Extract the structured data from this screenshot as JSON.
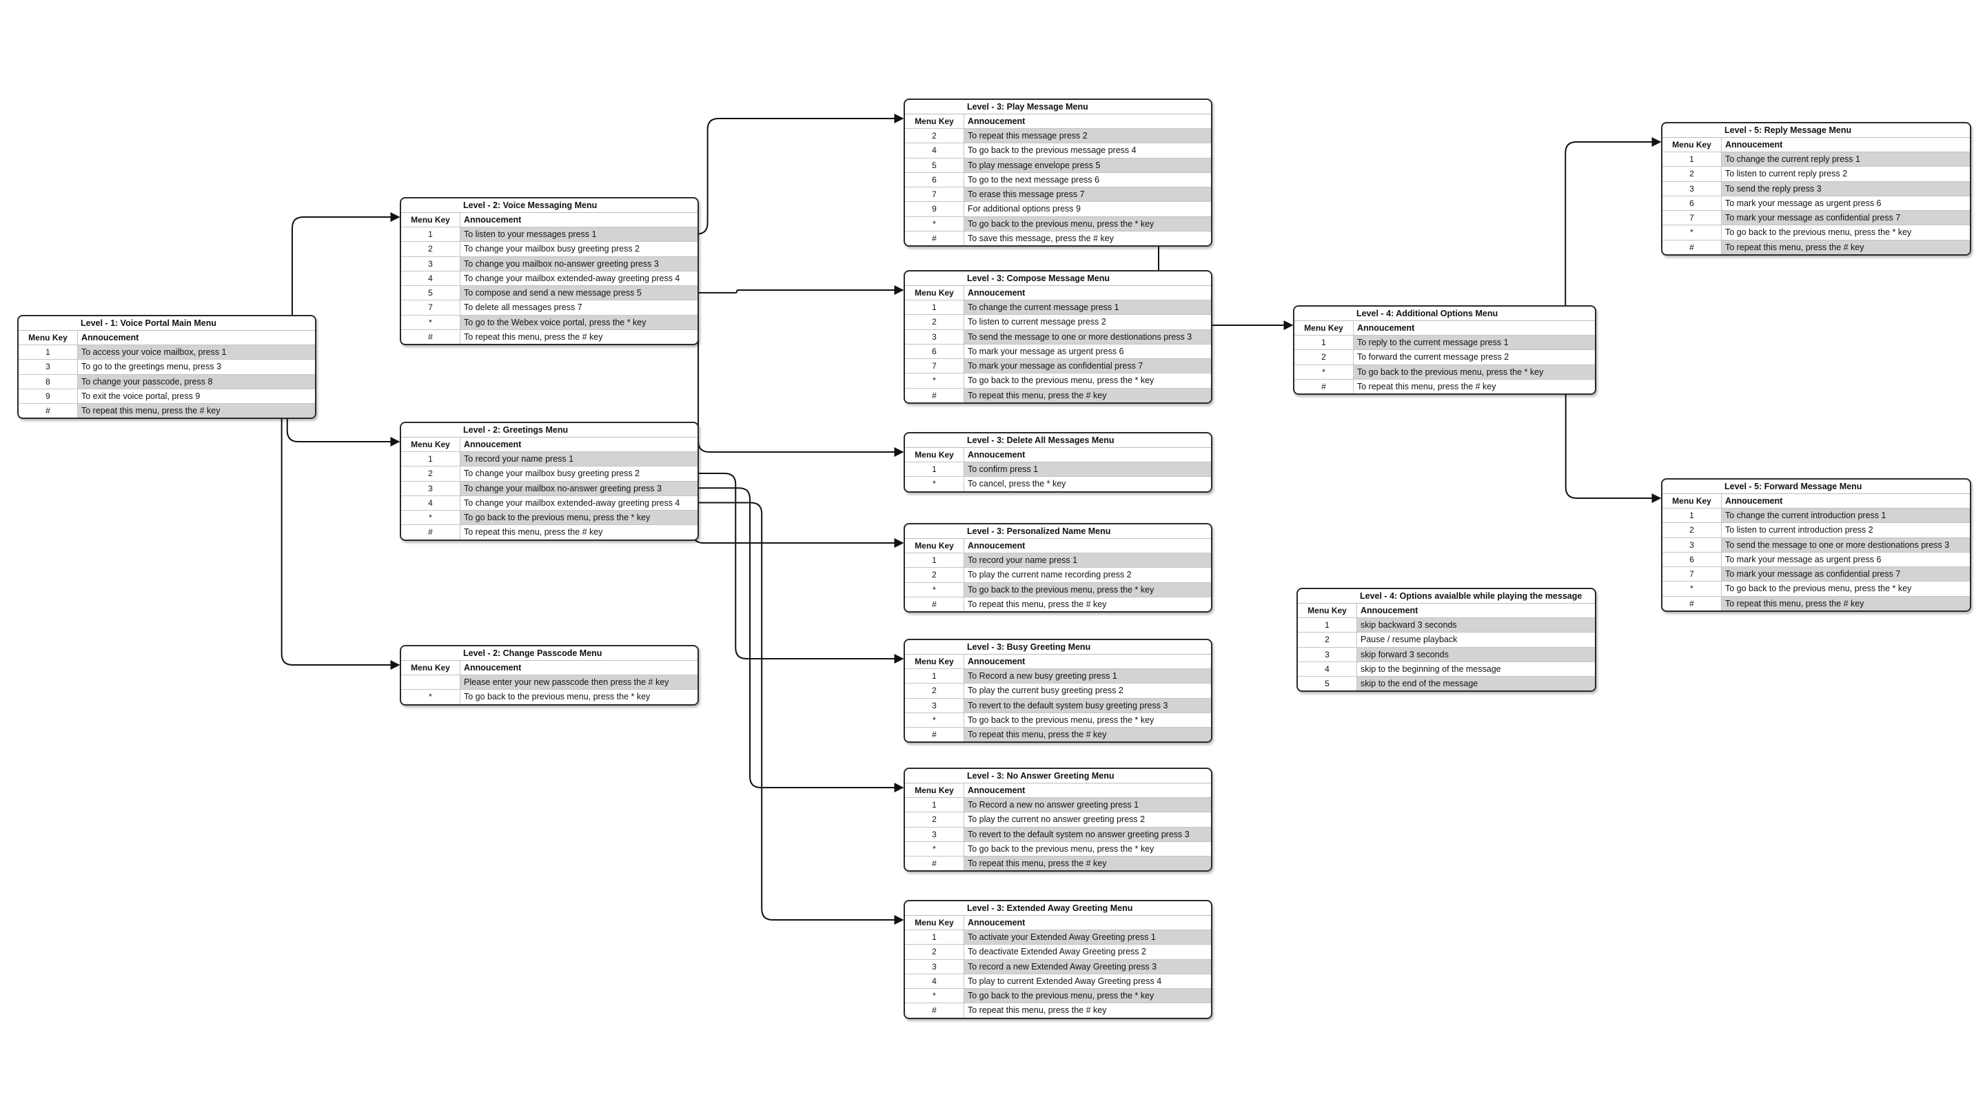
{
  "labels": {
    "key_header": "Menu Key",
    "announcement_header": "Annoucement"
  },
  "menus": [
    {
      "id": "m1",
      "title": "Level - 1: Voice Portal Main Menu",
      "rows": [
        {
          "key": "1",
          "text": "To access your voice mailbox,  press 1",
          "shade": true
        },
        {
          "key": "3",
          "text": "To go to the greetings menu, press 3",
          "shade": false
        },
        {
          "key": "8",
          "text": "To change your passcode, press 8",
          "shade": true
        },
        {
          "key": "9",
          "text": "To exit the voice portal, press 9",
          "shade": false
        },
        {
          "key": "#",
          "text": "To repeat this menu, press the # key",
          "shade": true
        }
      ]
    },
    {
      "id": "m2",
      "title": "Level - 2: Voice Messaging Menu",
      "rows": [
        {
          "key": "1",
          "text": "To listen to your messages press 1",
          "shade": true
        },
        {
          "key": "2",
          "text": "To change your mailbox busy greeting press 2",
          "shade": false
        },
        {
          "key": "3",
          "text": "To change you mailbox no-answer greeting press 3",
          "shade": true
        },
        {
          "key": "4",
          "text": "To change your mailbox extended-away greeting press 4",
          "shade": false
        },
        {
          "key": "5",
          "text": "To compose and send a new message press 5",
          "shade": true
        },
        {
          "key": "7",
          "text": "To delete all messages press 7",
          "shade": false
        },
        {
          "key": "*",
          "text": "To go to the Webex voice portal, press the * key",
          "shade": true
        },
        {
          "key": "#",
          "text": "To repeat this menu, press the # key",
          "shade": false
        }
      ]
    },
    {
      "id": "m3",
      "title": "Level - 2: Greetings Menu",
      "rows": [
        {
          "key": "1",
          "text": "To record your name press 1",
          "shade": true
        },
        {
          "key": "2",
          "text": "To change your mailbox busy greeting press 2",
          "shade": false
        },
        {
          "key": "3",
          "text": "To change your mailbox no-answer greeting press 3",
          "shade": true
        },
        {
          "key": "4",
          "text": "To change your mailbox extended-away greeting press 4",
          "shade": false
        },
        {
          "key": "*",
          "text": "To go back to the previous menu, press the * key",
          "shade": true
        },
        {
          "key": "#",
          "text": "To repeat this menu, press the # key",
          "shade": false
        }
      ]
    },
    {
      "id": "m4",
      "title": "Level - 2: Change Passcode Menu",
      "rows": [
        {
          "key": "",
          "text": "Please enter your new passcode then press the # key",
          "shade": true
        },
        {
          "key": "*",
          "text": "To go back to the previous menu, press the * key",
          "shade": false
        }
      ]
    },
    {
      "id": "m5",
      "title": "Level - 3: Play Message Menu",
      "rows": [
        {
          "key": "2",
          "text": "To repeat this message press 2",
          "shade": true
        },
        {
          "key": "4",
          "text": "To go back to the previous message press 4",
          "shade": false
        },
        {
          "key": "5",
          "text": "To play message envelope press 5",
          "shade": true
        },
        {
          "key": "6",
          "text": "To go to the next message press 6",
          "shade": false
        },
        {
          "key": "7",
          "text": "To erase this message press 7",
          "shade": true
        },
        {
          "key": "9",
          "text": "For additional options press 9",
          "shade": false
        },
        {
          "key": "*",
          "text": "To go back to the previous menu, press the * key",
          "shade": true
        },
        {
          "key": "#",
          "text": "To save this message, press the # key",
          "shade": false
        }
      ]
    },
    {
      "id": "m6",
      "title": "Level - 3: Compose Message Menu",
      "rows": [
        {
          "key": "1",
          "text": "To change the current message press 1",
          "shade": true
        },
        {
          "key": "2",
          "text": "To listen to current message press 2",
          "shade": false
        },
        {
          "key": "3",
          "text": "To send the message to one or more destionations press 3",
          "shade": true
        },
        {
          "key": "6",
          "text": "To mark your message as urgent press 6",
          "shade": false
        },
        {
          "key": "7",
          "text": "To mark your message as confidential press 7",
          "shade": true
        },
        {
          "key": "*",
          "text": "To go back to the previous menu, press the * key",
          "shade": false
        },
        {
          "key": "#",
          "text": "To repeat this menu, press the # key",
          "shade": true
        }
      ]
    },
    {
      "id": "m7",
      "title": "Level - 3: Delete All Messages Menu",
      "rows": [
        {
          "key": "1",
          "text": "To confirm press 1",
          "shade": true
        },
        {
          "key": "*",
          "text": "To cancel, press the * key",
          "shade": false
        }
      ]
    },
    {
      "id": "m8",
      "title": "Level - 3: Personalized Name Menu",
      "rows": [
        {
          "key": "1",
          "text": "To record your name press 1",
          "shade": true
        },
        {
          "key": "2",
          "text": "To play the current name recording press 2",
          "shade": false
        },
        {
          "key": "*",
          "text": "To go back to the previous menu, press the * key",
          "shade": true
        },
        {
          "key": "#",
          "text": "To repeat this menu, press the # key",
          "shade": false
        }
      ]
    },
    {
      "id": "m9",
      "title": "Level - 3: Busy Greeting Menu",
      "rows": [
        {
          "key": "1",
          "text": "To Record a new busy greeting press 1",
          "shade": true
        },
        {
          "key": "2",
          "text": "To play the current busy greeting press 2",
          "shade": false
        },
        {
          "key": "3",
          "text": "To revert to the default system busy greeting press 3",
          "shade": true
        },
        {
          "key": "*",
          "text": "To go back to the previous menu, press the * key",
          "shade": false
        },
        {
          "key": "#",
          "text": "To repeat this menu, press the # key",
          "shade": true
        }
      ]
    },
    {
      "id": "m10",
      "title": "Level - 3: No Answer Greeting Menu",
      "rows": [
        {
          "key": "1",
          "text": "To Record a new no answer greeting press 1",
          "shade": true
        },
        {
          "key": "2",
          "text": "To play the current no answer greeting press 2",
          "shade": false
        },
        {
          "key": "3",
          "text": "To revert to the default system no answer greeting press 3",
          "shade": true
        },
        {
          "key": "*",
          "text": "To go back to the previous menu, press the * key",
          "shade": false
        },
        {
          "key": "#",
          "text": "To repeat this menu, press the # key",
          "shade": true
        }
      ]
    },
    {
      "id": "m11",
      "title": "Level - 3: Extended Away Greeting Menu",
      "rows": [
        {
          "key": "1",
          "text": "To activate your Extended Away Greeting press 1",
          "shade": true
        },
        {
          "key": "2",
          "text": "To deactivate Extended Away Greeting press 2",
          "shade": false
        },
        {
          "key": "3",
          "text": "To record a new Extended Away Greeting press 3",
          "shade": true
        },
        {
          "key": "4",
          "text": "To play to current Extended Away Greeting press 4",
          "shade": false
        },
        {
          "key": "*",
          "text": "To go back to the previous menu, press the * key",
          "shade": true
        },
        {
          "key": "#",
          "text": "To repeat this menu, press the # key",
          "shade": false
        }
      ]
    },
    {
      "id": "m12",
      "title": "Level - 4: Additional Options Menu",
      "rows": [
        {
          "key": "1",
          "text": "To reply to the current message press 1",
          "shade": true
        },
        {
          "key": "2",
          "text": "To forward the current message press 2",
          "shade": false
        },
        {
          "key": "*",
          "text": "To go back to the previous menu, press the * key",
          "shade": true
        },
        {
          "key": "#",
          "text": "To repeat this menu, press the # key",
          "shade": false
        }
      ]
    },
    {
      "id": "m13",
      "title": "Level - 4: Options avaialble while playing the message",
      "rows": [
        {
          "key": "1",
          "text": "skip backward 3 seconds",
          "shade": true
        },
        {
          "key": "2",
          "text": "Pause / resume playback",
          "shade": false
        },
        {
          "key": "3",
          "text": "skip forward 3 seconds",
          "shade": true
        },
        {
          "key": "4",
          "text": "skip to the beginning of the message",
          "shade": false
        },
        {
          "key": "5",
          "text": "skip to the end of the message",
          "shade": true
        }
      ]
    },
    {
      "id": "m14",
      "title": "Level - 5: Reply Message Menu",
      "rows": [
        {
          "key": "1",
          "text": "To change the current reply press 1",
          "shade": true
        },
        {
          "key": "2",
          "text": "To listen to current reply press 2",
          "shade": false
        },
        {
          "key": "3",
          "text": "To send the reply press 3",
          "shade": true
        },
        {
          "key": "6",
          "text": "To mark your message as urgent press 6",
          "shade": false
        },
        {
          "key": "7",
          "text": "To mark your message as confidential press 7",
          "shade": true
        },
        {
          "key": "*",
          "text": "To go back to the previous menu, press the * key",
          "shade": false
        },
        {
          "key": "#",
          "text": "To repeat this menu, press the # key",
          "shade": true
        }
      ]
    },
    {
      "id": "m15",
      "title": "Level - 5: Forward Message Menu",
      "rows": [
        {
          "key": "1",
          "text": "To change the current introduction press 1",
          "shade": true
        },
        {
          "key": "2",
          "text": "To listen to current introduction press 2",
          "shade": false
        },
        {
          "key": "3",
          "text": "To send the message to one or more destionations press 3",
          "shade": true
        },
        {
          "key": "6",
          "text": "To mark your message as urgent press 6",
          "shade": false
        },
        {
          "key": "7",
          "text": "To mark your message as confidential press 7",
          "shade": true
        },
        {
          "key": "*",
          "text": "To go back to the previous menu, press the * key",
          "shade": false
        },
        {
          "key": "#",
          "text": "To repeat this menu, press the # key",
          "shade": true
        }
      ]
    }
  ],
  "connections": [
    {
      "from": "m1",
      "row": 0,
      "to": "m2"
    },
    {
      "from": "m1",
      "row": 1,
      "to": "m3"
    },
    {
      "from": "m1",
      "row": 2,
      "to": "m4"
    },
    {
      "from": "m2",
      "row": 0,
      "to": "m5"
    },
    {
      "from": "m2",
      "row": 4,
      "to": "m6"
    },
    {
      "from": "m2",
      "row": 5,
      "to": "m7"
    },
    {
      "from": "m3",
      "row": 0,
      "to": "m8"
    },
    {
      "from": "m3",
      "row": 1,
      "to": "m9"
    },
    {
      "from": "m3",
      "row": 2,
      "to": "m10"
    },
    {
      "from": "m3",
      "row": 3,
      "to": "m11"
    },
    {
      "from": "m5",
      "row": 5,
      "to": "m12"
    },
    {
      "from": "m12",
      "row": 0,
      "to": "m14"
    },
    {
      "from": "m12",
      "row": 1,
      "to": "m15"
    }
  ]
}
